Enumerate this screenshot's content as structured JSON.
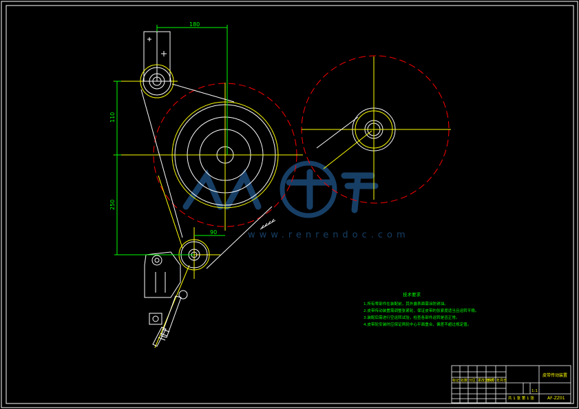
{
  "drawing": {
    "dims": {
      "top": "180",
      "left_upper": "110",
      "left_lower": "250",
      "middle": "90"
    },
    "notes_title": "技术要求",
    "notes": [
      "1.所有零部件在装配前，其外露表面需涂防锈油。",
      "2.皮带传动装置需调整张紧轮，保证皮带的张紧度适当且运转平稳。",
      "3.装配后需进行空运转试验，检查各部件运转是否正常。",
      "4.皮带轮安装时应保证两轮中心平面重合，偏差不超过规定值。"
    ],
    "watermark_text": "www.renrendoc.com"
  },
  "title_block": {
    "name": "皮带传动装置",
    "code": "AF-ZZ01",
    "scale": "1:1",
    "sheet": "共 1 张  第 1 张",
    "header_cells": [
      "标记",
      "处数",
      "分区",
      "更改文件号",
      "签名",
      "年月日"
    ]
  },
  "colors": {
    "line_white": "#ffffff",
    "line_yellow": "#ffff00",
    "line_green": "#00ff00",
    "line_red": "#ff0000",
    "watermark": "#1c4a78"
  }
}
